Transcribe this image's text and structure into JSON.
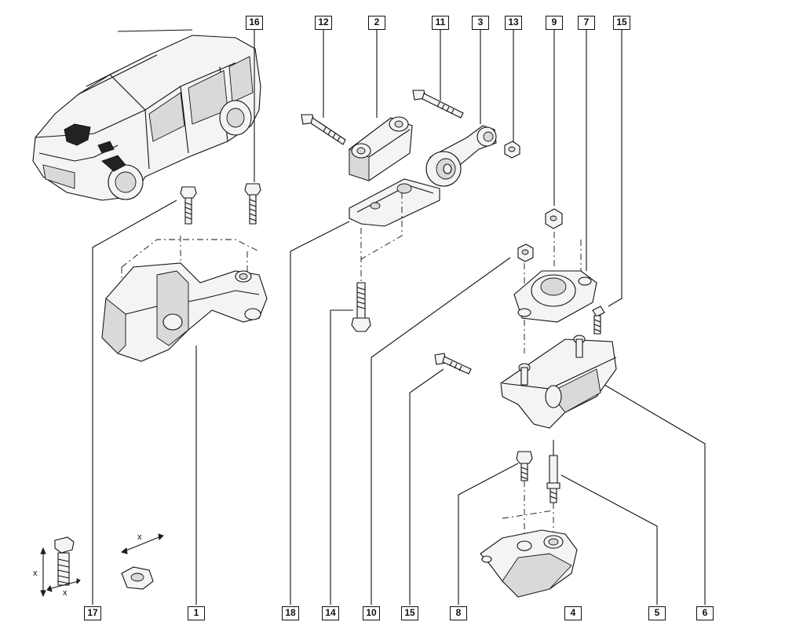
{
  "callouts": {
    "c16": "16",
    "c12": "12",
    "c2": "2",
    "c11": "11",
    "c3": "3",
    "c13": "13",
    "c9": "9",
    "c7": "7",
    "c15_top": "15",
    "c17": "17",
    "c1": "1",
    "c18": "18",
    "c14": "14",
    "c10": "10",
    "c15_bottom": "15",
    "c8": "8",
    "c4": "4",
    "c5": "5",
    "c6": "6"
  },
  "legend": {
    "bolt_x_vertical": "x",
    "bolt_x_horizontal": "x",
    "nut_x": "x"
  },
  "colors": {
    "line": "#111111",
    "part_fill": "#f4f4f4",
    "shadow_fill": "#d8d8d8",
    "marker": "#000000"
  }
}
